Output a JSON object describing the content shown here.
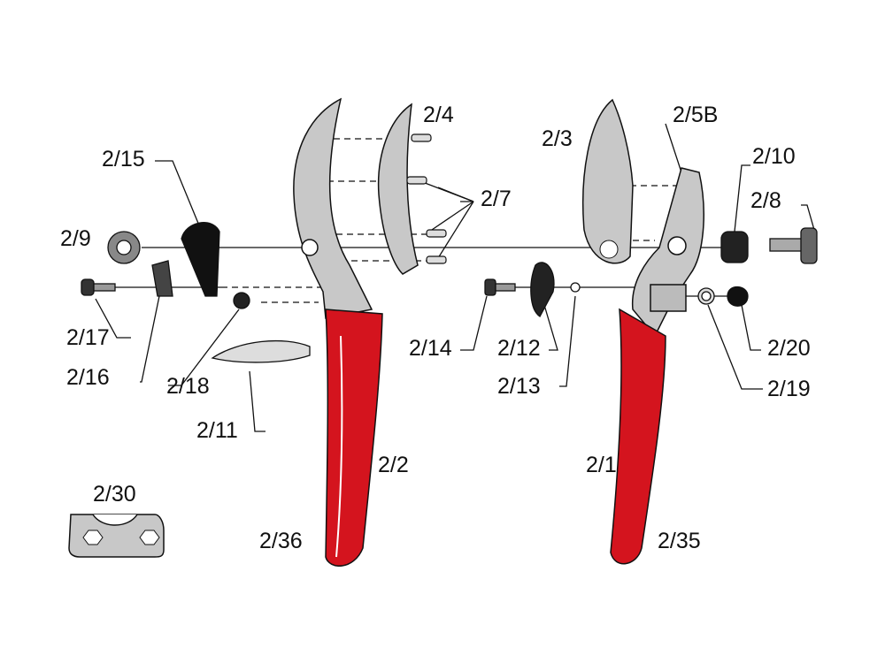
{
  "diagram": {
    "labels": {
      "p2_4": "2/4",
      "p2_5B": "2/5B",
      "p2_3": "2/3",
      "p2_15": "2/15",
      "p2_10": "2/10",
      "p2_7": "2/7",
      "p2_8": "2/8",
      "p2_9": "2/9",
      "p2_17": "2/17",
      "p2_14": "2/14",
      "p2_12": "2/12",
      "p2_20": "2/20",
      "p2_16": "2/16",
      "p2_18": "2/18",
      "p2_13": "2/13",
      "p2_19": "2/19",
      "p2_11": "2/11",
      "p2_2": "2/2",
      "p2_1": "2/1",
      "p2_30": "2/30",
      "p2_36": "2/36",
      "p2_35": "2/35"
    },
    "colors": {
      "handle": "#d4141e",
      "blade": "#c8c8c8",
      "outline": "#111111"
    }
  }
}
